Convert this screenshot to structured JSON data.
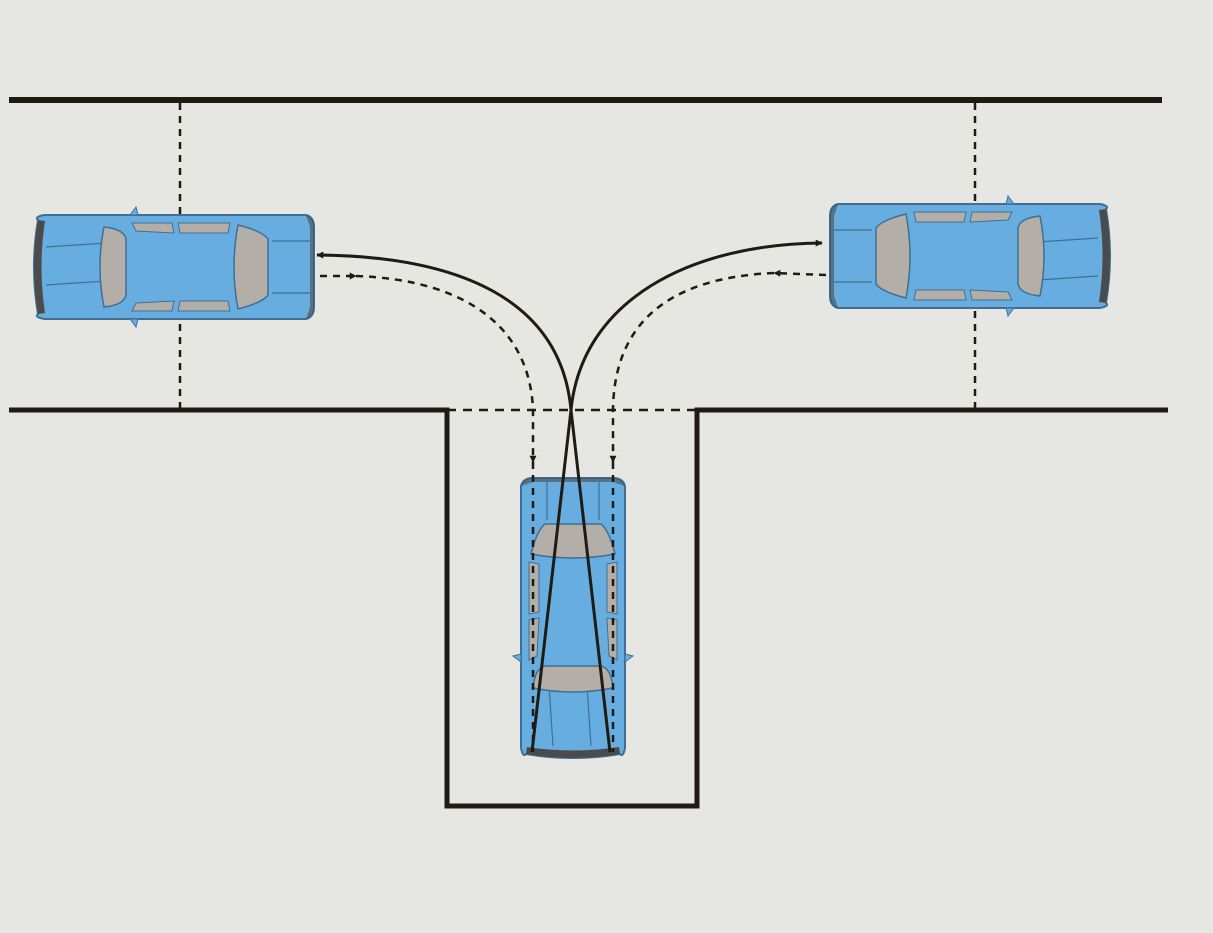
{
  "diagram": {
    "type": "turnabout-maneuver",
    "colors": {
      "background": "#e6e6e2",
      "road_line": "#1e1c12",
      "car_body": "#67ade0",
      "car_outline": "#3f6f96",
      "car_dark": "#4b4b4b",
      "car_glass": "#b3afa8",
      "path": "#1e1c12"
    },
    "cars": [
      {
        "id": "car-left",
        "heading": "east"
      },
      {
        "id": "car-right",
        "heading": "west"
      },
      {
        "id": "car-bay",
        "heading": "north"
      }
    ],
    "paths": [
      {
        "id": "path-left-solid",
        "style": "solid",
        "arrow": "toward-left-car"
      },
      {
        "id": "path-left-dashed",
        "style": "dashed",
        "arrow": "toward-left-car-then-bay"
      },
      {
        "id": "path-right-solid",
        "style": "solid",
        "arrow": "toward-right-car"
      },
      {
        "id": "path-right-dashed",
        "style": "dashed",
        "arrow": "toward-right-car-then-bay"
      }
    ]
  }
}
